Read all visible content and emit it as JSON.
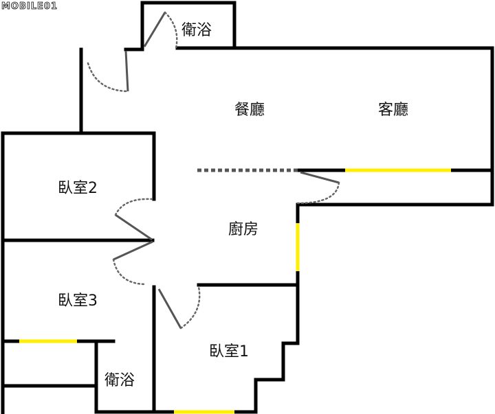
{
  "brand": {
    "logo_text": "MOBILE01"
  },
  "rooms": {
    "bath_top": "衛浴",
    "dining": "餐廳",
    "living": "客廳",
    "bedroom2": "臥室2",
    "kitchen": "廚房",
    "bedroom3": "臥室3",
    "bedroom1": "臥室1",
    "bath_bottom": "衛浴"
  },
  "colors": {
    "wall": "#000000",
    "window": "#ffee00",
    "door": "#555555"
  }
}
